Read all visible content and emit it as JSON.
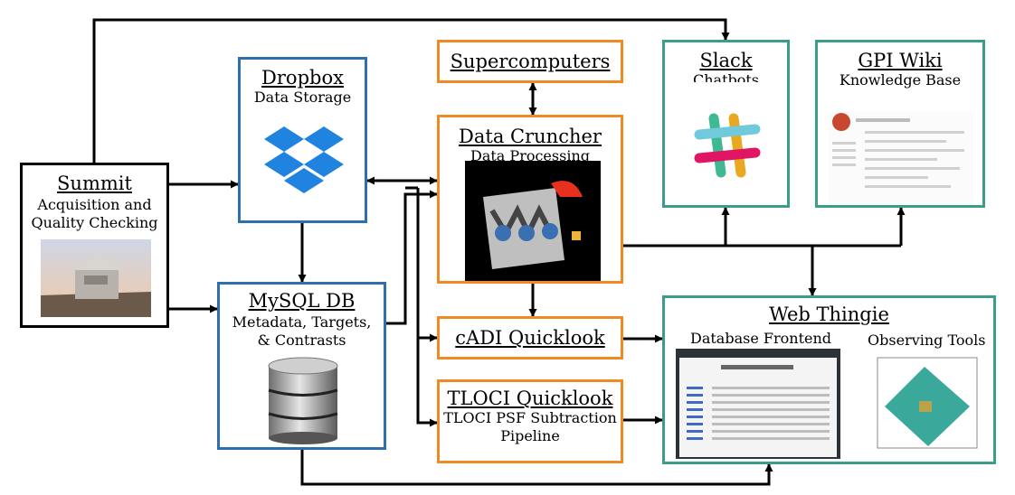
{
  "nodes": {
    "summit": {
      "title": "Summit",
      "line1": "Acquisition and",
      "line2": "Quality Checking"
    },
    "dropbox": {
      "title": "Dropbox",
      "subtitle": "Data Storage"
    },
    "mysql": {
      "title": "MySQL DB",
      "line1": "Metadata, Targets,",
      "line2": "& Contrasts"
    },
    "supercomputers": {
      "title": "Supercomputers"
    },
    "cruncher": {
      "title": "Data Cruncher",
      "subtitle": "Data Processing"
    },
    "slack": {
      "title": "Slack",
      "subtitle": "Chatbots"
    },
    "gpiwiki": {
      "title": "GPI Wiki",
      "subtitle": "Knowledge Base"
    },
    "cadi": {
      "title": "cADI Quicklook"
    },
    "tloci": {
      "title": "TLOCI Quicklook",
      "line1": "TLOCI PSF Subtraction",
      "line2": "Pipeline"
    },
    "web": {
      "title": "Web Thingie",
      "left_label": "Database Frontend",
      "right_label": "Observing Tools"
    }
  },
  "colors": {
    "black": "#000000",
    "blue": "#2f6fb0",
    "orange": "#f08a24",
    "teal": "#3a9e8a"
  },
  "icons": [
    "telescope-photo",
    "dropbox-logo",
    "database-cylinder-icon",
    "cruncher-mascot",
    "slack-logo",
    "wiki-screenshot",
    "frontend-screenshot",
    "psf-image"
  ]
}
